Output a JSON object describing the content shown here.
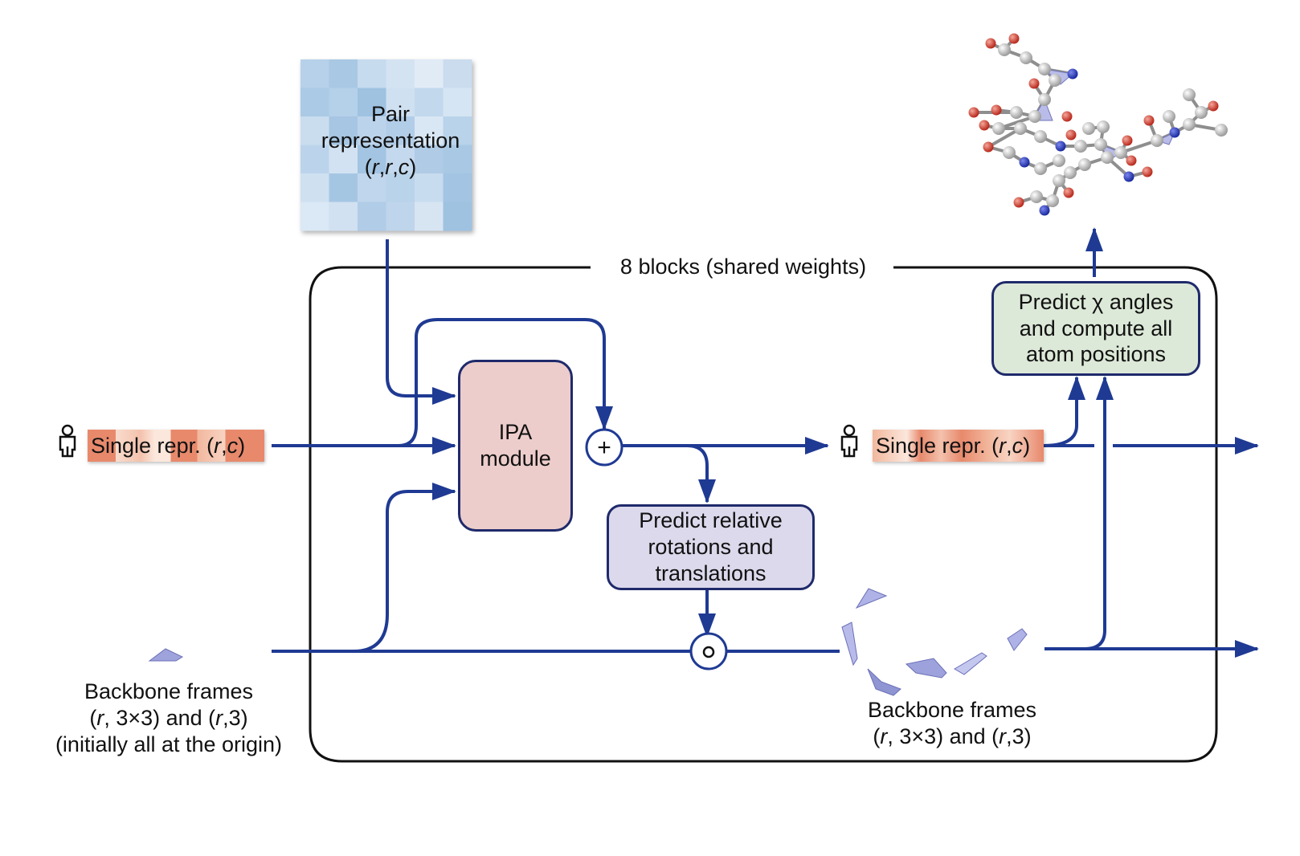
{
  "pair": {
    "line1": "Pair",
    "line2": "representation",
    "line3_pre": "(",
    "line3_r1": "r",
    "line3_comma1": ",",
    "line3_r2": "r",
    "line3_comma2": ",",
    "line3_c": "c",
    "line3_post": ")"
  },
  "blocks_label": "8 blocks (shared weights)",
  "ipa": {
    "line1": "IPA",
    "line2": "module"
  },
  "predict_rel": {
    "line1": "Predict relative",
    "line2": "rotations and",
    "line3": "translations"
  },
  "predict_chi": {
    "line1": "Predict χ angles",
    "line2": "and compute all",
    "line3": "atom positions"
  },
  "single_in": {
    "text": "Single repr. (",
    "r": "r",
    "comma": ",",
    "c": "c",
    "close": ")"
  },
  "single_out": {
    "text": "Single repr. (",
    "r": "r",
    "comma": ",",
    "c": "c",
    "close": ")"
  },
  "backbone_in": {
    "line1": "Backbone frames",
    "line2a": "(",
    "line2r": "r",
    "line2b": ", 3×3) and (",
    "line2r2": "r",
    "line2c": ",3)",
    "line3": "(initially all at the origin)"
  },
  "backbone_out": {
    "line1": "Backbone frames",
    "line2a": "(",
    "line2r": "r",
    "line2b": ", 3×3) and (",
    "line2r2": "r",
    "line2c": ",3)"
  },
  "ops": {
    "add": "+",
    "compose": "∘"
  },
  "colors": {
    "arrow": "#1f3a93",
    "pair_light": "#dbe8f5",
    "pair_dark": "#a9c8e3",
    "ipa_fill": "#eccdcb",
    "predict_rel_fill": "#dcd9ec",
    "predict_chi_fill": "#dde9d8",
    "single_orange": "#e8896c",
    "single_light": "#f8dccd",
    "frame_fill": "#9fa3dc",
    "atom_red": "#d23a2a",
    "atom_blue": "#2233bb",
    "atom_grey": "#c8c8c8"
  }
}
